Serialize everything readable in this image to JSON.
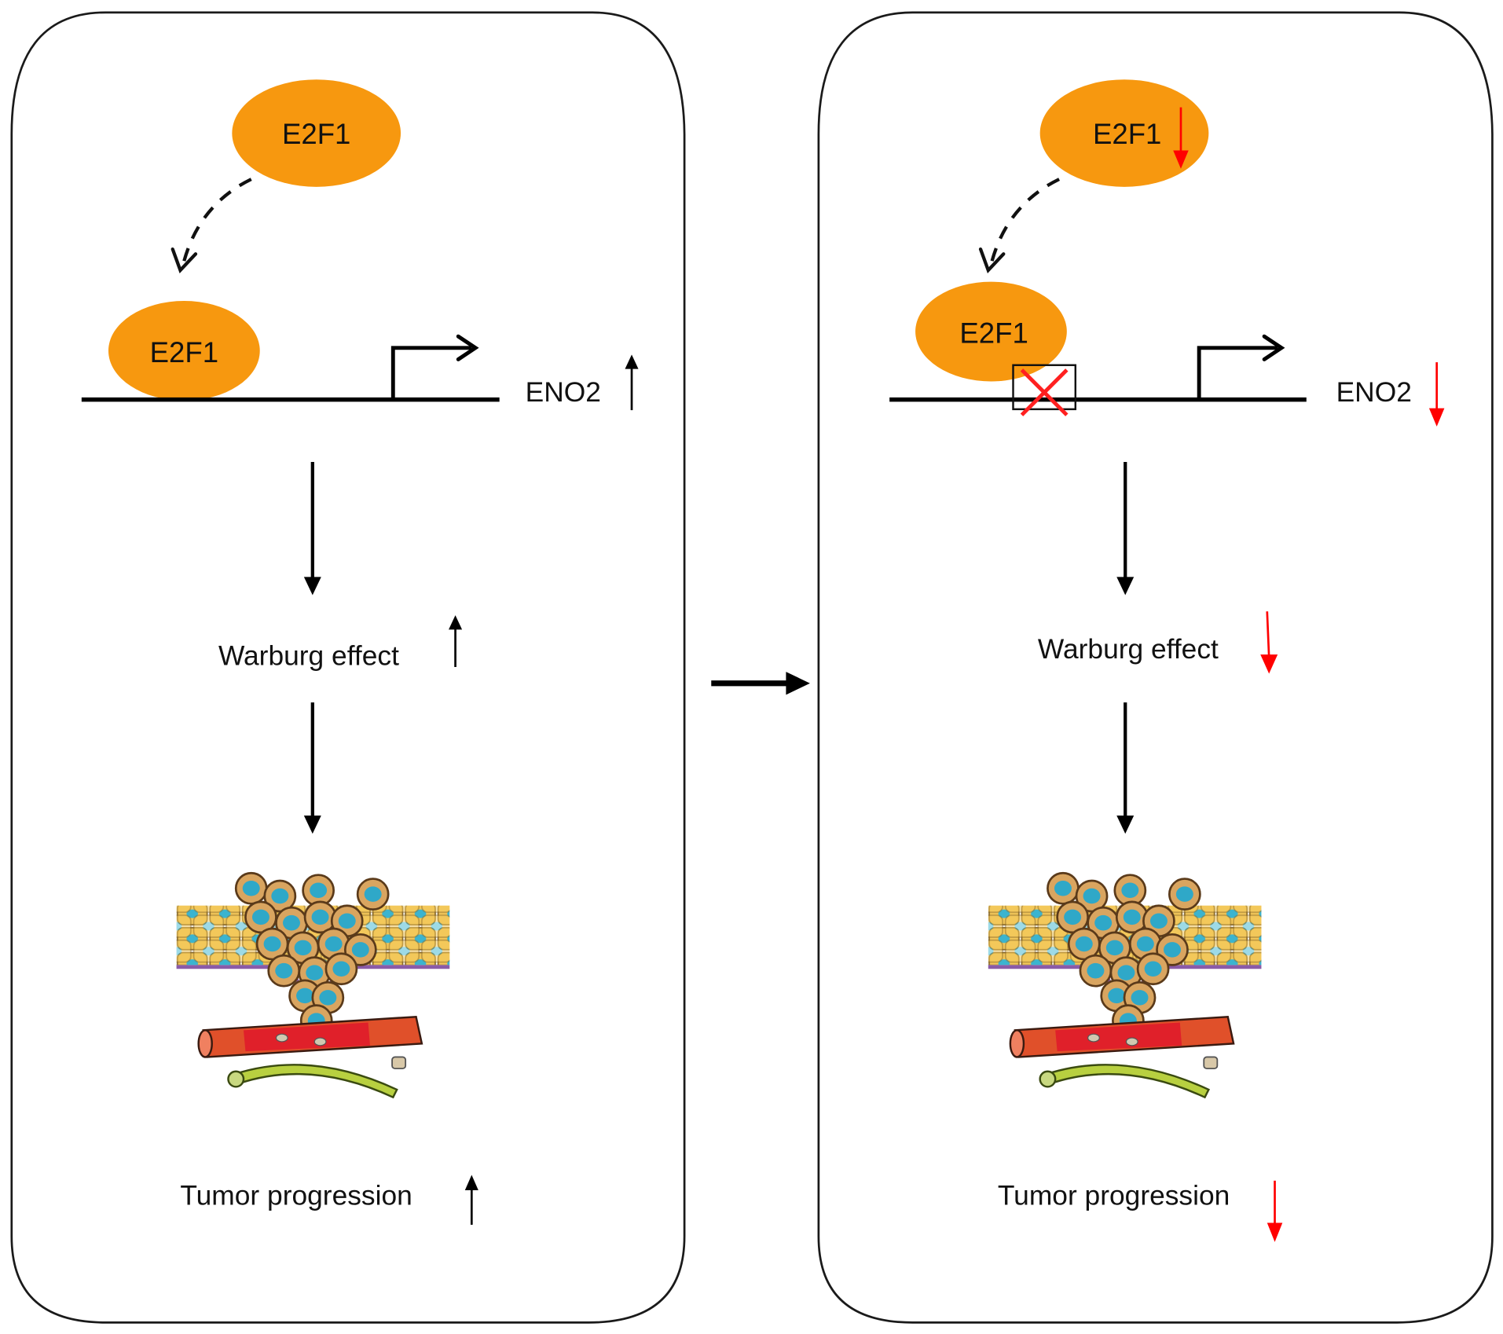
{
  "figure": {
    "type": "mechanism-schematic",
    "transition_arrow": "right-arrow"
  },
  "colors": {
    "protein_fill": "#F7980F",
    "increase_indicator": "#000000",
    "decrease_indicator": "#FF0000",
    "block_mark": "#FF2020",
    "panel_border": "#1A1A1A"
  },
  "panels": [
    {
      "id": "left",
      "condition": "E2F1 high",
      "free_protein": {
        "label": "E2F1",
        "change": null
      },
      "bound_protein": {
        "label": "E2F1",
        "binding": "bound"
      },
      "gene": {
        "label": "ENO2",
        "change": "up"
      },
      "stage1": {
        "label": "Warburg effect",
        "change": "up"
      },
      "stage2": {
        "label": "Tumor progression",
        "change": "up"
      },
      "illustration": "tumor-invasion-illustration"
    },
    {
      "id": "right",
      "condition": "E2F1 low",
      "free_protein": {
        "label": "E2F1",
        "change": "down"
      },
      "bound_protein": {
        "label": "E2F1",
        "binding": "blocked"
      },
      "gene": {
        "label": "ENO2",
        "change": "down"
      },
      "stage1": {
        "label": "Warburg effect",
        "change": "down"
      },
      "stage2": {
        "label": "Tumor progression",
        "change": "down"
      },
      "illustration": "tumor-invasion-illustration"
    }
  ]
}
